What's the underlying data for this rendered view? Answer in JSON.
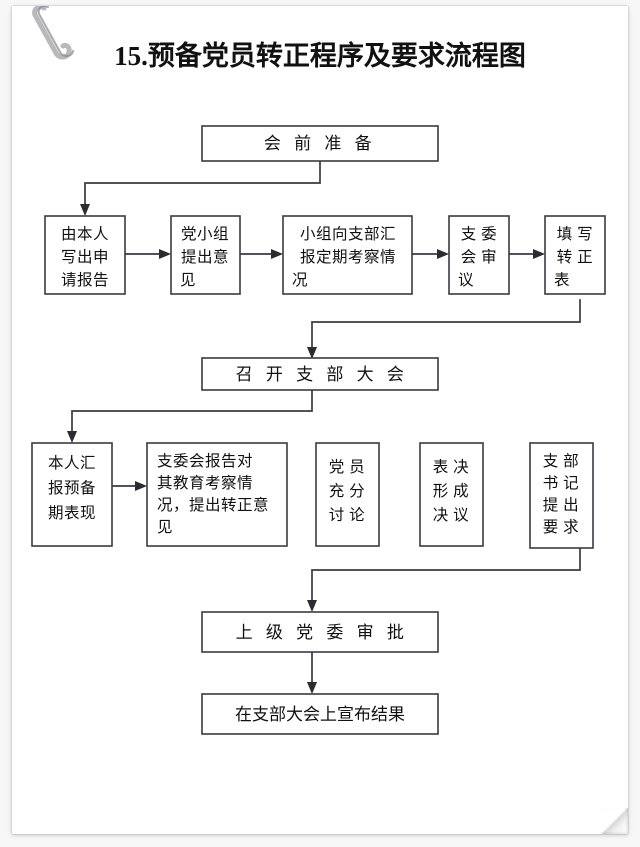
{
  "document": {
    "title": "15.预备党员转正程序及要求流程图",
    "paperclip_icon": "paperclip-icon"
  },
  "chart_data": {
    "type": "diagram",
    "title": "15.预备党员转正程序及要求流程图",
    "nodes": [
      {
        "id": "n1",
        "label": "会 前 准 备",
        "lines": [
          "会 前 准 备"
        ],
        "row": 1
      },
      {
        "id": "n2",
        "label": "由本人写出申请报告",
        "lines": [
          "由本人",
          "写出申",
          "请报告"
        ],
        "row": 2
      },
      {
        "id": "n3",
        "label": "党小组提出意见",
        "lines": [
          "党小组",
          "提出意",
          "见"
        ],
        "row": 2
      },
      {
        "id": "n4",
        "label": "小组向支部汇报定期考察情况",
        "lines": [
          "小组向支部汇",
          "报定期考察情",
          "况"
        ],
        "row": 2
      },
      {
        "id": "n5",
        "label": "支委会审议",
        "lines": [
          "支  委",
          "会  审",
          "议"
        ],
        "row": 2
      },
      {
        "id": "n6",
        "label": "填写转正表",
        "lines": [
          "填  写",
          "转  正",
          "表"
        ],
        "row": 2
      },
      {
        "id": "n7",
        "label": "召 开 支 部 大 会",
        "lines": [
          "召 开 支 部 大 会"
        ],
        "row": 3
      },
      {
        "id": "n8",
        "label": "本人汇报预备期表现",
        "lines": [
          "本人汇",
          "报预备",
          "期表现"
        ],
        "row": 4
      },
      {
        "id": "n9",
        "label": "支委会报告对其教育考察情况，提出转正意见",
        "lines": [
          "支委会报告对",
          "其教育考察情",
          "况，提出转正意",
          "见"
        ],
        "row": 4
      },
      {
        "id": "n10",
        "label": "党员充分讨论",
        "lines": [
          "党  员",
          "充  分",
          "讨  论"
        ],
        "row": 4
      },
      {
        "id": "n11",
        "label": "表决形成决议",
        "lines": [
          "表  决",
          "形  成",
          "决  议"
        ],
        "row": 4
      },
      {
        "id": "n12",
        "label": "支部书记提出要求",
        "lines": [
          "支  部",
          "书  记",
          "提  出",
          "要  求"
        ],
        "row": 4
      },
      {
        "id": "n13",
        "label": "上 级 党 委 审 批",
        "lines": [
          "上 级 党 委 审 批"
        ],
        "row": 5
      },
      {
        "id": "n14",
        "label": "在支部大会上宣布结果",
        "lines": [
          "在支部大会上宣布结果"
        ],
        "row": 6
      }
    ],
    "edges": [
      {
        "from": "n1",
        "to": "n2",
        "style": "elbow-down-left"
      },
      {
        "from": "n2",
        "to": "n3",
        "style": "straight-right"
      },
      {
        "from": "n3",
        "to": "n4",
        "style": "straight-right"
      },
      {
        "from": "n4",
        "to": "n5",
        "style": "straight-right"
      },
      {
        "from": "n5",
        "to": "n6",
        "style": "straight-right"
      },
      {
        "from": "n6",
        "to": "n7",
        "style": "elbow-down-left"
      },
      {
        "from": "n7",
        "to": "n8",
        "style": "elbow-down-left"
      },
      {
        "from": "n8",
        "to": "n9",
        "style": "straight-right"
      },
      {
        "from": "n12",
        "to": "n13",
        "style": "elbow-down-left"
      },
      {
        "from": "n13",
        "to": "n14",
        "style": "straight-down"
      }
    ],
    "colors": {
      "box_stroke": "#3a3a40",
      "box_fill": "#ffffff",
      "text": "#111111",
      "page": "#ffffff"
    }
  }
}
